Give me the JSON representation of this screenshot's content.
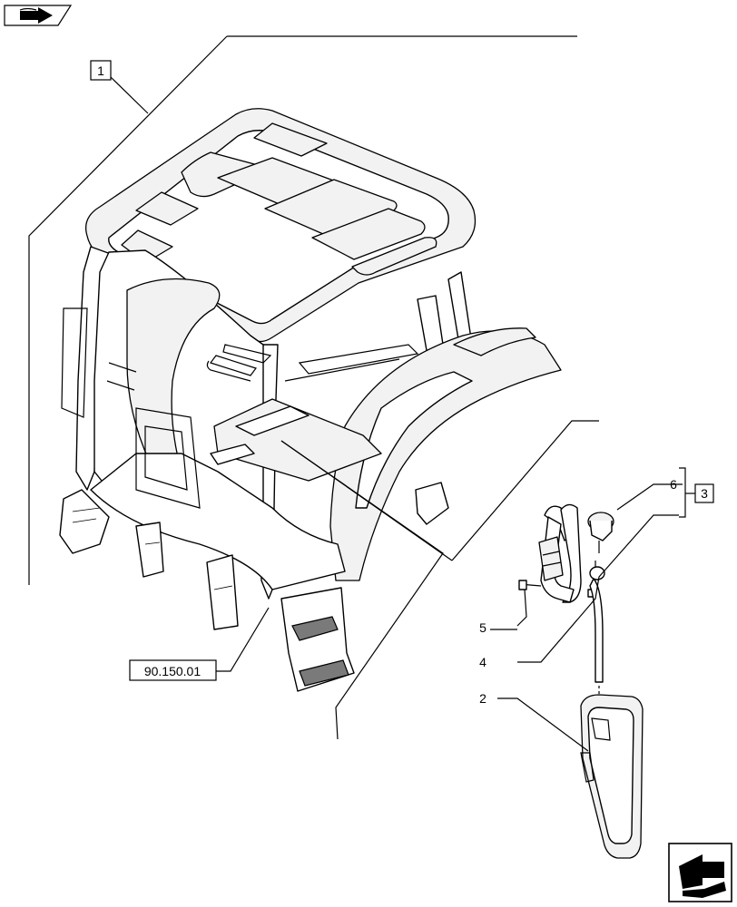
{
  "callouts": {
    "item1": "1",
    "item2": "2",
    "item3": "3",
    "item4": "4",
    "item5": "5",
    "item6": "6",
    "ref": "90.150.01"
  },
  "icons": {
    "top_left": "book-arrow-icon",
    "bottom_right": "next-page-arrow-icon"
  }
}
